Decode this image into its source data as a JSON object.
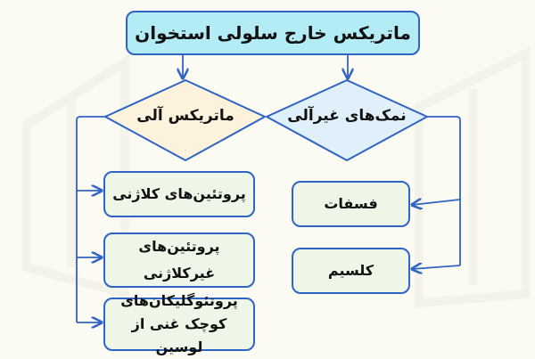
{
  "title": "ماتریکس خارج سلولی استخوان",
  "left_branch": {
    "label": "ماتریکس آلی",
    "items": [
      "پروتئین‌های کلاژنی",
      "پروتئین‌های غیرکلاژنی",
      "پروتئوگلیکان‌های کوچک غنی از لوسین"
    ]
  },
  "right_branch": {
    "label": "نمک‌های غیرآلی",
    "items": [
      "فسفات",
      "کلسیم"
    ]
  },
  "colors": {
    "title_fill": "#b3ecf5",
    "left_diamond_fill": "#fdf3dc",
    "right_diamond_fill": "#dff0fb",
    "item_fill": "#eef6e8",
    "stroke": "#2f64c4"
  }
}
